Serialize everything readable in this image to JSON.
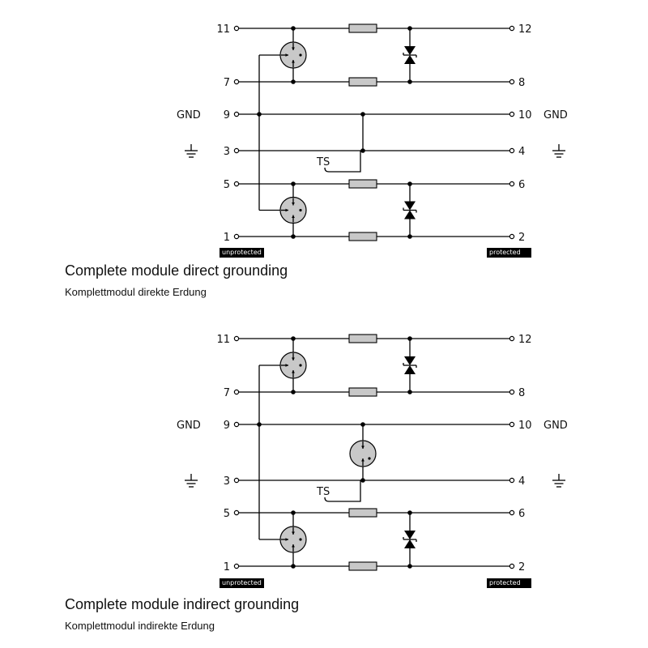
{
  "diagrams": [
    {
      "id": "direct",
      "title": "Complete module direct grounding",
      "subtitle": "Komplettmodul direkte Erdung",
      "left_pins": [
        "11",
        "7",
        "9",
        "3",
        "5",
        "1"
      ],
      "right_pins": [
        "12",
        "8",
        "10",
        "4",
        "6",
        "2"
      ],
      "gnd_left": "GND",
      "gnd_right": "GND",
      "ts_label": "TS",
      "unprotected_label": "unprotected",
      "protected_label": "protected"
    },
    {
      "id": "indirect",
      "title": "Complete module indirect grounding",
      "subtitle": "Komplettmodul indirekte Erdung",
      "left_pins": [
        "11",
        "7",
        "9",
        "3",
        "5",
        "1"
      ],
      "right_pins": [
        "12",
        "8",
        "10",
        "4",
        "6",
        "2"
      ],
      "gnd_left": "GND",
      "gnd_right": "GND",
      "ts_label": "TS",
      "unprotected_label": "unprotected",
      "protected_label": "protected"
    }
  ],
  "colors": {
    "line": "#000000",
    "component_fill": "#c8c8c8",
    "tag_bg": "#000000",
    "tag_text": "#ffffff"
  },
  "icons": [
    "ground-icon",
    "gas-discharge-tube-icon",
    "tvs-diode-icon",
    "resistor-icon",
    "terminal-icon"
  ]
}
